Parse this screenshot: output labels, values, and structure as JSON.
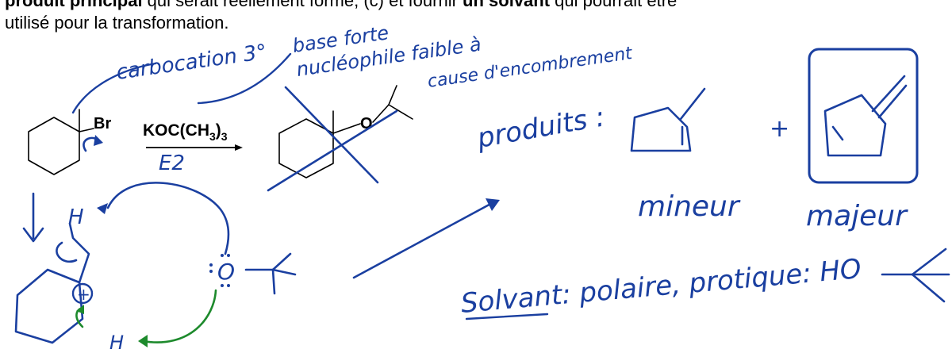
{
  "document": {
    "text_line1_prefix": "produit principal",
    "text_line1_mid": " qui serait réellement formé, (c) et fournir ",
    "text_line1_bold2": "un solvant",
    "text_line1_suffix": " qui pourrait être",
    "text_line2": "utilisé pour la transformation."
  },
  "reaction": {
    "leaving_group": "Br",
    "reagent_main": "KOC(CH",
    "reagent_sub": "3",
    "reagent_close": ")",
    "reagent_sub2": "3",
    "mechanism_label": "E2",
    "wrong_product_atom": "O"
  },
  "annotations": {
    "carbocation": "carbocation 3°",
    "base_line1": "base forte",
    "base_line2": "nucléophile faible à",
    "base_line3": "cause d'encombrement",
    "products_label": "produits :",
    "minor": "mineur",
    "major": "majeur",
    "solvent": "Solvant: polaire, protique: HO",
    "charge": "+",
    "oxygen": "O",
    "H_top": "H",
    "H_bottom": "H"
  },
  "colors": {
    "blue_ink": "#1a3fa0",
    "green_ink": "#1d8a2c",
    "black": "#000000"
  }
}
